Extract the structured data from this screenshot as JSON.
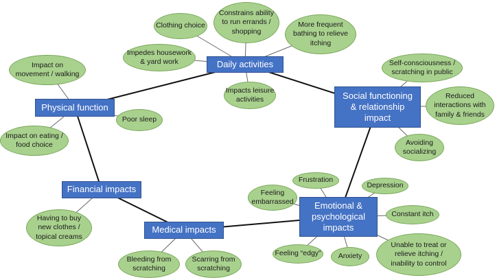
{
  "hubs": {
    "physical_function": "Physical function",
    "daily_activities": "Daily activities",
    "social_functioning": "Social functioning\n& relationship\nimpact",
    "emotional": "Emotional &\npsychological\nimpacts",
    "medical_impacts": "Medical impacts",
    "financial_impacts": "Financial impacts"
  },
  "leaves": {
    "clothing_choice": "Clothing choice",
    "constrains_errands": "Constrains ability\nto run errands /\nshopping",
    "frequent_bathing": "More frequent\nbathing to relieve\nitching",
    "impedes_housework": "Impedes housework\n& yard work",
    "impacts_leisure": "Impacts leisure\nactivities",
    "impact_movement": "Impact on\nmovement / walking",
    "poor_sleep": "Poor sleep",
    "impact_eating": "Impact on eating /\nfood choice",
    "self_consciousness": "Self-consciousness /\nscratching in public",
    "reduced_interactions": "Reduced\ninteractions with\nfamily & friends",
    "avoiding_socializing": "Avoiding\nsocializing",
    "frustration": "Frustration",
    "depression": "Depression",
    "feeling_embarrassed": "Feeling\nembarrassed",
    "constant_itch": "Constant itch",
    "feeling_edgy": "Feeling “edgy”",
    "anxiety": "Anxiety",
    "unable_to_treat": "Unable to treat or\nrelieve itching /\ninability to control",
    "having_to_buy": "Having to buy\nnew clothes /\ntopical creams",
    "bleeding": "Bleeding from\nscratching",
    "scarring": "Scarring from\nscratching"
  }
}
